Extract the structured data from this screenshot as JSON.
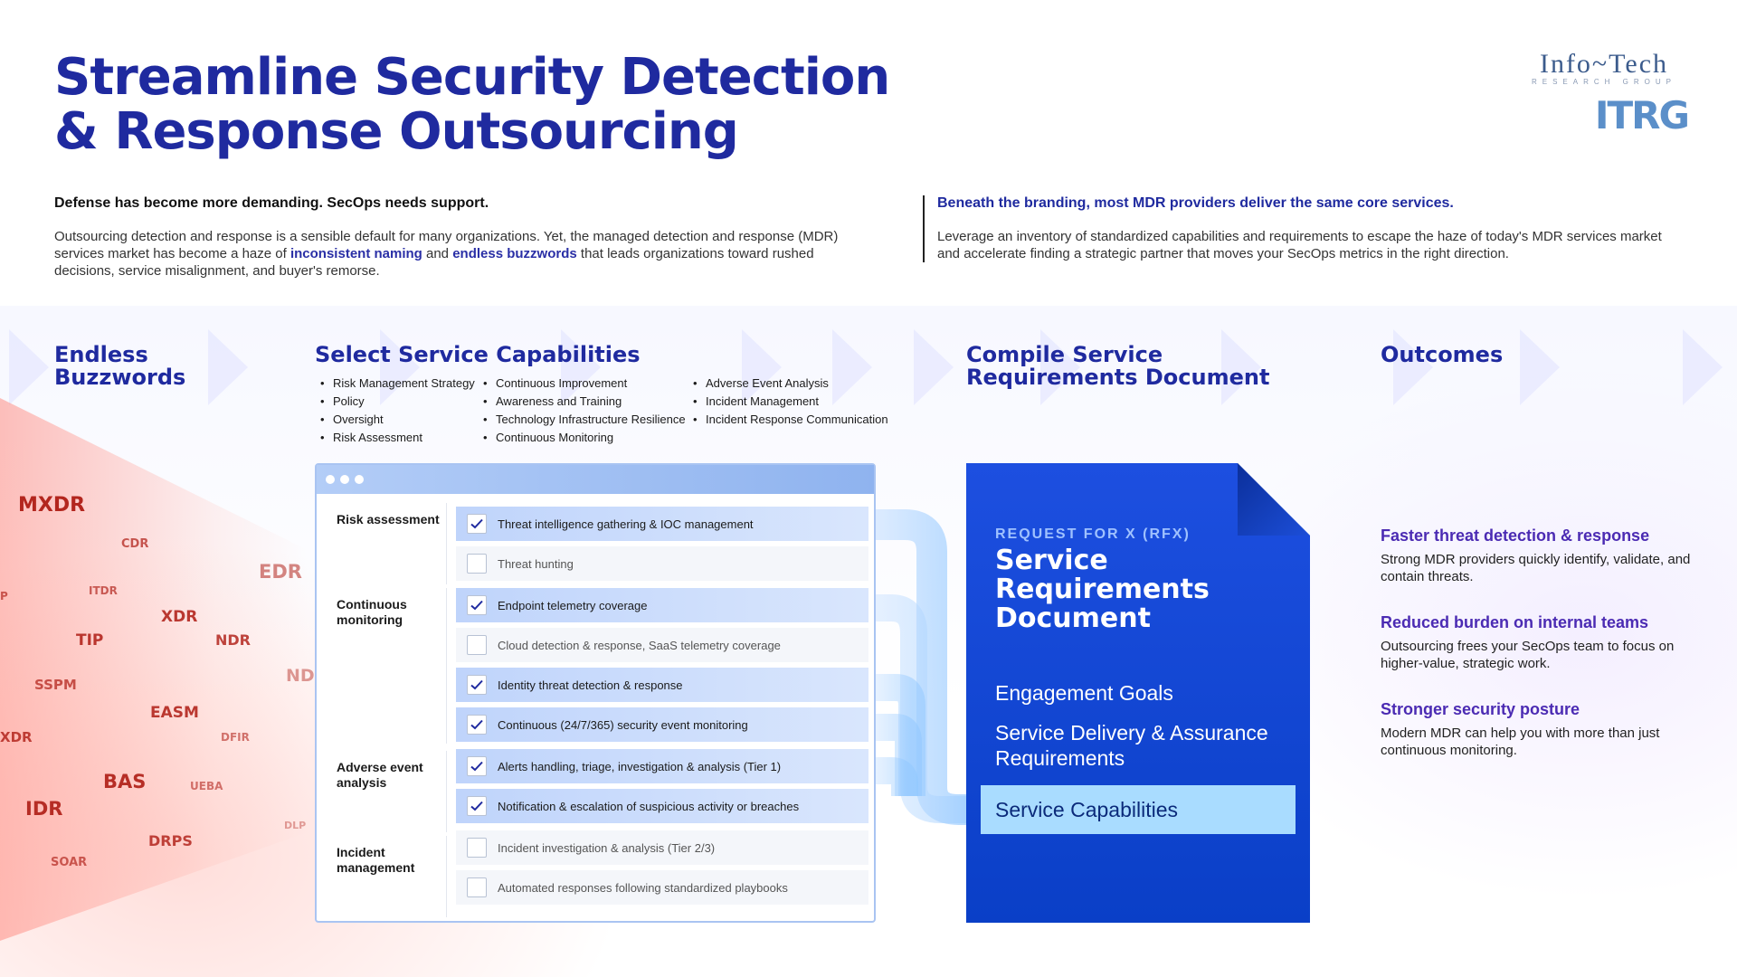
{
  "title": {
    "line1": "Streamline Security Detection",
    "line2": "& Response Outsourcing"
  },
  "logo": {
    "word": "Info~Tech",
    "sub": "RESEARCH GROUP",
    "mark": "ITRG"
  },
  "intro_left": {
    "lead": "Defense has become more demanding. SecOps needs support.",
    "body_1": "Outsourcing detection and response is a sensible default for many organizations. Yet, the managed detection and response (MDR) services market has become a haze of ",
    "hl_1": "inconsistent naming",
    "body_2": " and ",
    "hl_2": "endless buzzwords",
    "body_3": " that leads organizations toward rushed decisions, service misalignment, and buyer's remorse."
  },
  "intro_right": {
    "lead": "Beneath the branding, most MDR providers deliver the same core services.",
    "body": "Leverage an inventory of standardized capabilities and requirements to escape the haze of today's MDR services market and accelerate finding a strategic partner that moves your SecOps metrics in the right direction."
  },
  "columns": {
    "buzz": "Endless Buzzwords",
    "select": "Select Service Capabilities",
    "compile": "Compile Service Requirements Document",
    "outcomes": "Outcomes"
  },
  "buzzwords": [
    "MXDR",
    "CDR",
    "EDR",
    "ITDR",
    "XDR",
    "TIP",
    "NDR",
    "SSPM",
    "ND",
    "EASM",
    "DFIR",
    "XDR",
    "BAS",
    "UEBA",
    "IDR",
    "DLP",
    "DRPS",
    "SOAR",
    "P"
  ],
  "capabilities": {
    "col1": [
      "Risk Management Strategy",
      "Policy",
      "Oversight",
      "Risk Assessment"
    ],
    "col2": [
      "Continuous Improvement",
      "Awareness and Training",
      "Technology Infrastructure Resilience",
      "Continuous Monitoring"
    ],
    "col3": [
      "Adverse Event Analysis",
      "Incident Management",
      "Incident Response Communication"
    ]
  },
  "groups": [
    {
      "label": "Risk assessment"
    },
    {
      "label": "Continuous monitoring"
    },
    {
      "label": "Adverse event analysis"
    },
    {
      "label": "Incident management"
    }
  ],
  "rows": [
    {
      "label": "Threat intelligence gathering & IOC management",
      "checked": true
    },
    {
      "label": "Threat hunting",
      "checked": false
    },
    {
      "label": "Endpoint telemetry coverage",
      "checked": true
    },
    {
      "label": "Cloud detection & response, SaaS telemetry coverage",
      "checked": false
    },
    {
      "label": "Identity threat detection & response",
      "checked": true
    },
    {
      "label": "Continuous (24/7/365) security event monitoring",
      "checked": true
    },
    {
      "label": "Alerts handling, triage, investigation & analysis (Tier 1)",
      "checked": true
    },
    {
      "label": "Notification & escalation of suspicious activity or breaches",
      "checked": true
    },
    {
      "label": "Incident investigation & analysis (Tier 2/3)",
      "checked": false
    },
    {
      "label": "Automated responses following standardized playbooks",
      "checked": false
    }
  ],
  "doc": {
    "kicker": "REQUEST FOR X (RFX)",
    "title": "Service Requirements Document",
    "item1": "Engagement Goals",
    "item2": "Service Delivery & Assurance Requirements",
    "item3": "Service Capabilities"
  },
  "outcomes": [
    {
      "title": "Faster threat detection & response",
      "body": "Strong MDR providers quickly identify, validate, and contain threats."
    },
    {
      "title": "Reduced burden on internal teams",
      "body": "Outsourcing frees your SecOps team to focus on higher-value, strategic work."
    },
    {
      "title": "Stronger security posture",
      "body": "Modern MDR can help you with more than just continuous monitoring."
    }
  ],
  "colors": {
    "accent": "#1f2a9f",
    "buzz": "#b3261e",
    "doc": "#0a3fc7",
    "outcome": "#4b2bb3"
  }
}
